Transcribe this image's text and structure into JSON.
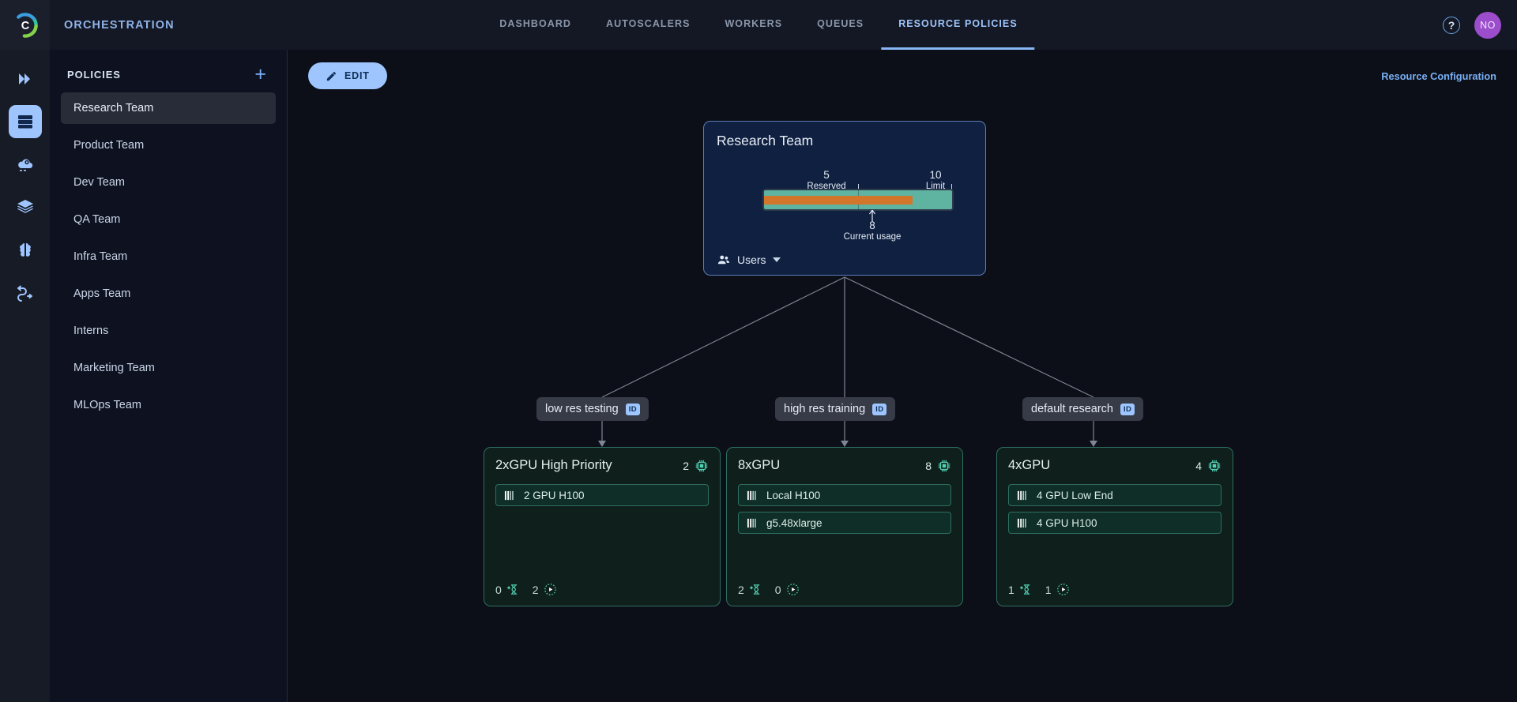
{
  "topbar": {
    "logo_icon": "circular-c-logo",
    "app_title": "ORCHESTRATION",
    "tabs": [
      {
        "label": "DASHBOARD",
        "active": false
      },
      {
        "label": "AUTOSCALERS",
        "active": false
      },
      {
        "label": "WORKERS",
        "active": false
      },
      {
        "label": "QUEUES",
        "active": false
      },
      {
        "label": "RESOURCE POLICIES",
        "active": true
      }
    ],
    "help_icon": "question-mark-icon",
    "help_label": "?",
    "avatar_initials": "NO",
    "avatar_color": "#9c4dcc"
  },
  "rail": {
    "items": [
      {
        "icon": "double-chevron-right-icon",
        "active": false
      },
      {
        "icon": "server-rack-icon",
        "active": true
      },
      {
        "icon": "cloud-gear-icon",
        "active": false
      },
      {
        "icon": "layers-icon",
        "active": false
      },
      {
        "icon": "brain-icon",
        "active": false
      },
      {
        "icon": "workflow-routes-icon",
        "active": false
      }
    ]
  },
  "sidebar": {
    "title": "POLICIES",
    "add_icon": "plus-icon",
    "add_label": "+",
    "items": [
      {
        "label": "Research Team",
        "selected": true
      },
      {
        "label": "Product Team",
        "selected": false
      },
      {
        "label": "Dev Team",
        "selected": false
      },
      {
        "label": "QA Team",
        "selected": false
      },
      {
        "label": "Infra Team",
        "selected": false
      },
      {
        "label": "Apps Team",
        "selected": false
      },
      {
        "label": "Interns",
        "selected": false
      },
      {
        "label": "Marketing Team",
        "selected": false
      },
      {
        "label": "MLOps Team",
        "selected": false
      }
    ]
  },
  "toolbar": {
    "edit_label": "EDIT",
    "edit_icon": "pencil-icon",
    "resource_configuration_label": "Resource Configuration"
  },
  "root_node": {
    "title": "Research Team",
    "reserved_value": "5",
    "reserved_label": "Reserved",
    "limit_value": "10",
    "limit_label": "Limit",
    "current_usage_value": "8",
    "current_usage_label": "Current usage",
    "users_label": "Users",
    "users_icon": "users-icon",
    "caret_icon": "chevron-down-icon",
    "gauge_color": "#5fb3a1",
    "usage_color": "#d2762a",
    "border_color": "#5b7db5"
  },
  "queues": [
    {
      "label": "low res testing",
      "badge": "ID"
    },
    {
      "label": "high res training",
      "badge": "ID"
    },
    {
      "label": "default research",
      "badge": "ID"
    }
  ],
  "resource_cards": [
    {
      "title": "2xGPU High Priority",
      "gpu_count": "2",
      "gpu_icon": "cpu-chip-icon",
      "items": [
        {
          "label": "2 GPU H100",
          "icon": "gpu-bars-icon"
        }
      ],
      "queued": "0",
      "queued_icon": "hourglass-icon",
      "running": "2",
      "running_icon": "play-dashed-circle-icon"
    },
    {
      "title": "8xGPU",
      "gpu_count": "8",
      "gpu_icon": "cpu-chip-icon",
      "items": [
        {
          "label": "Local H100",
          "icon": "gpu-bars-icon"
        },
        {
          "label": "g5.48xlarge",
          "icon": "gpu-bars-icon"
        }
      ],
      "queued": "2",
      "queued_icon": "hourglass-icon",
      "running": "0",
      "running_icon": "play-dashed-circle-icon"
    },
    {
      "title": "4xGPU",
      "gpu_count": "4",
      "gpu_icon": "cpu-chip-icon",
      "items": [
        {
          "label": "4 GPU Low End",
          "icon": "gpu-bars-icon"
        },
        {
          "label": "4 GPU H100",
          "icon": "gpu-bars-icon"
        }
      ],
      "queued": "1",
      "queued_icon": "hourglass-icon",
      "running": "1",
      "running_icon": "play-dashed-circle-icon"
    }
  ]
}
